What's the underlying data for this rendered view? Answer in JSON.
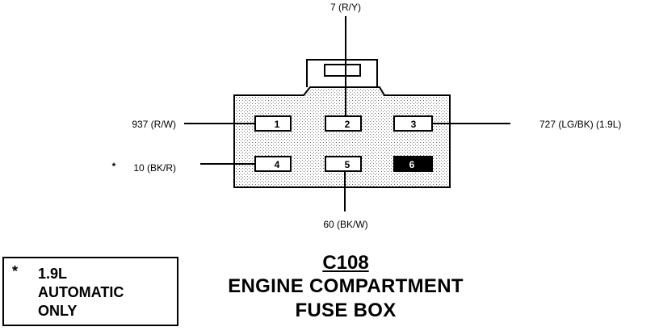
{
  "connector": {
    "id": "C108",
    "title_line1": "ENGINE COMPARTMENT",
    "title_line2": "FUSE BOX"
  },
  "wires": {
    "top": "7 (R/Y)",
    "left_upper": "937 (R/W)",
    "left_lower": "10 (BK/R)",
    "left_lower_mark": "*",
    "right_upper": "727 (LG/BK) (1.9L)",
    "bottom": "60 (BK/W)"
  },
  "pins": [
    "1",
    "2",
    "3",
    "4",
    "5",
    "6"
  ],
  "legend": {
    "mark": "*",
    "text": "1.9L\nAUTOMATIC\nONLY"
  }
}
